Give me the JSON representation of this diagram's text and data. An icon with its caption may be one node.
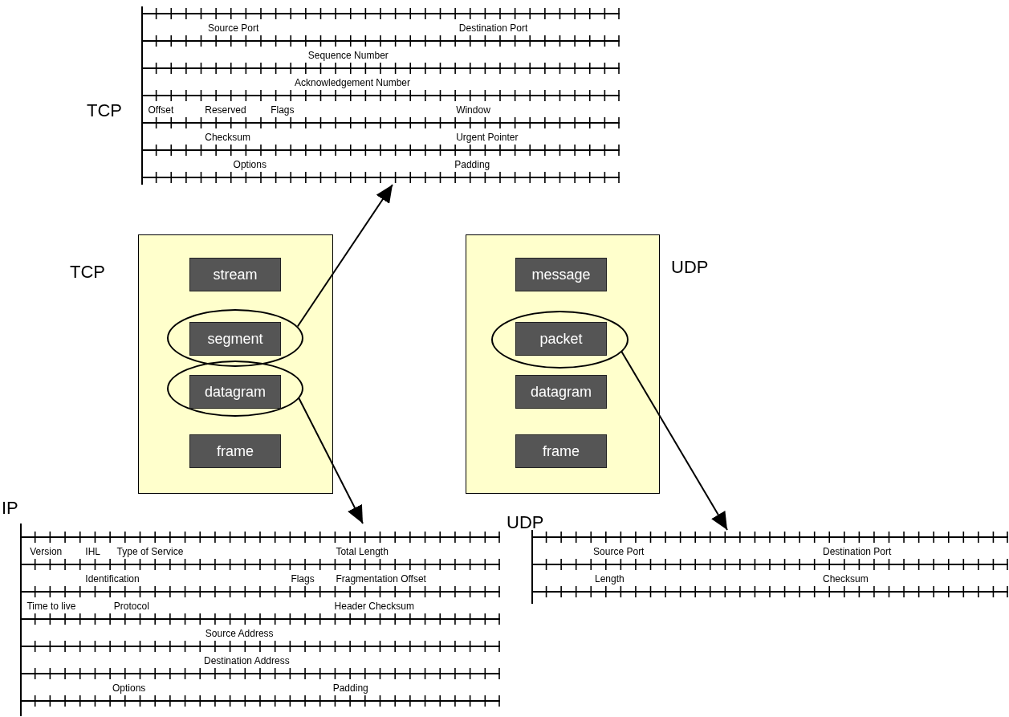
{
  "diagram": {
    "nodes": [
      {
        "text": [
          "TCP",
          "Source Port",
          "Destination Port",
          "Sequence Number",
          "Acknowledgement Number",
          "Offset",
          "Reserved",
          "Flags",
          "Window",
          "Checksum",
          "Urgent Pointer",
          "Options",
          "Padding"
        ]
      },
      {
        "text": [
          "TCP"
        ]
      },
      {
        "text": [
          "stream"
        ],
        "in": 1
      },
      {
        "text": [
          "segment"
        ],
        "in": 1
      },
      {
        "text": [
          "datagram"
        ],
        "in": 1
      },
      {
        "text": [
          "frame"
        ],
        "in": 1
      },
      {
        "text": [
          "UDP"
        ]
      },
      {
        "text": [
          "message"
        ],
        "in": 6
      },
      {
        "text": [
          "packet"
        ],
        "in": 6
      },
      {
        "text": [
          "datagram"
        ],
        "in": 6
      },
      {
        "text": [
          "frame"
        ],
        "in": 6
      },
      {
        "text": [
          "IP",
          "Version",
          "IHL",
          "Type of Service",
          "Total Length",
          "Identification",
          "Flags",
          "Fragmentation Offset",
          "Time to live",
          "Protocol",
          "Header Checksum",
          "Source Address",
          "Destination Address",
          "Options",
          "Padding"
        ]
      },
      {
        "text": [
          "UDP",
          "Source Port",
          "Destination Port",
          "Length",
          "Checksum"
        ]
      }
    ],
    "edges": [
      {
        "from": 3,
        "to": 0,
        "arrow": "to"
      },
      {
        "from": 4,
        "to": 11,
        "arrow": "to"
      },
      {
        "from": 8,
        "to": 12,
        "arrow": "to"
      }
    ]
  }
}
